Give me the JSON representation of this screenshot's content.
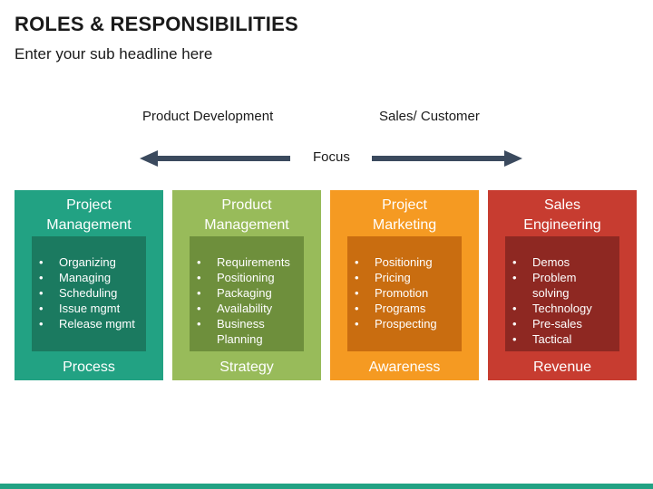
{
  "title": "ROLES & RESPONSIBILITIES",
  "subtitle": "Enter your sub headline here",
  "axis": {
    "left_label": "Product Development",
    "right_label": "Sales/ Customer",
    "center_label": "Focus"
  },
  "colors": {
    "arrow": "#3b4a5e",
    "bottom_bar": "#22a283"
  },
  "cards": [
    {
      "title": "Project\nManagement",
      "items": [
        "Organizing",
        "Managing",
        "Scheduling",
        "Issue mgmt",
        "Release mgmt"
      ],
      "footer": "Process",
      "color": "#22a283",
      "inner_color": "#1b7a60"
    },
    {
      "title": "Product\nManagement",
      "items": [
        "Requirements",
        "Positioning",
        "Packaging",
        "Availability",
        "Business Planning"
      ],
      "footer": "Strategy",
      "color": "#98bb5a",
      "inner_color": "#6e8f3c"
    },
    {
      "title": "Project\nMarketing",
      "items": [
        "Positioning",
        "Pricing",
        "Promotion",
        "Programs",
        "Prospecting"
      ],
      "footer": "Awareness",
      "color": "#f59a22",
      "inner_color": "#c96d10"
    },
    {
      "title": "Sales\nEngineering",
      "items": [
        "Demos",
        "Problem solving",
        "Technology",
        "Pre-sales",
        "Tactical"
      ],
      "footer": "Revenue",
      "color": "#c73c30",
      "inner_color": "#8e2822"
    }
  ]
}
